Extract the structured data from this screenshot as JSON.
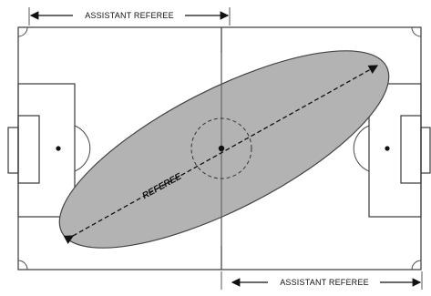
{
  "labels": {
    "assistant_referee_top": "ASSISTANT REFEREE",
    "assistant_referee_bottom": "ASSISTANT REFEREE",
    "referee": "REFEREE"
  },
  "colors": {
    "patrol_area_fill": "#b3b3b3",
    "line_color": "#3a3a3a"
  }
}
